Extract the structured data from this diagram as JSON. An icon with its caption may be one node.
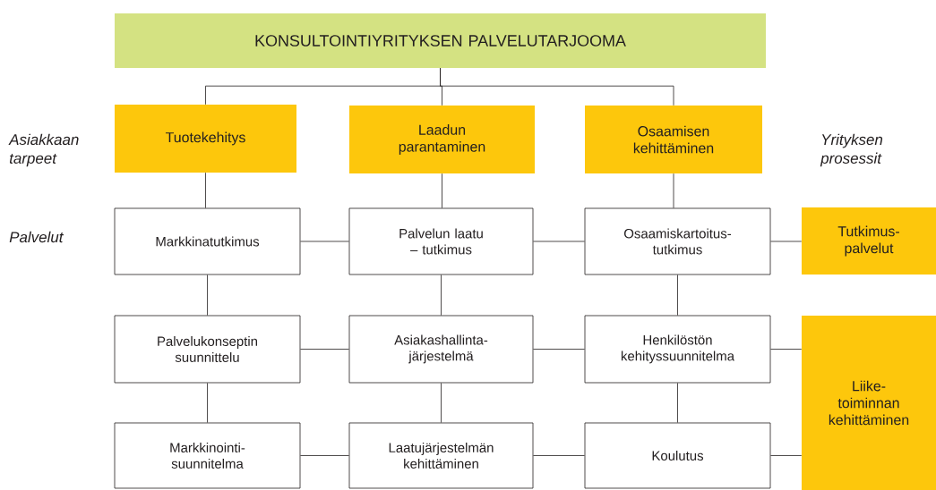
{
  "diagram": {
    "nodes": [
      {
        "text": [
          "KONSULTOINTIYRITYKSEN PALVELUTARJOOMA"
        ]
      },
      {
        "text": [
          "Tuotekehitys"
        ]
      },
      {
        "text": [
          "Laadun parantaminen"
        ]
      },
      {
        "text": [
          "Osaamisen kehittäminen"
        ]
      },
      {
        "text": [
          "Markkinatutkimus"
        ]
      },
      {
        "text": [
          "Palvelun laatu – tutkimus"
        ]
      },
      {
        "text": [
          "Osaamiskartoitus- tutkimus"
        ]
      },
      {
        "text": [
          "Tutkimus- palvelut"
        ]
      },
      {
        "text": [
          "Palvelukonseptin suunnittelu"
        ]
      },
      {
        "text": [
          "Asiakashallinta- järjestelmä"
        ]
      },
      {
        "text": [
          "Henkilöstön kehityssuunnitelma"
        ]
      },
      {
        "text": [
          "Liike- toiminnan kehittäminen"
        ]
      },
      {
        "text": [
          "Markkinointi- suunnitelma"
        ]
      },
      {
        "text": [
          "Laatujärjestelmän kehittäminen"
        ]
      },
      {
        "text": [
          "Koulutus"
        ]
      }
    ],
    "edges": [
      {
        "from": 0,
        "to": 1,
        "arrow": "none"
      },
      {
        "from": 0,
        "to": 2,
        "arrow": "none"
      },
      {
        "from": 0,
        "to": 3,
        "arrow": "none"
      },
      {
        "from": 1,
        "to": 4,
        "arrow": "none"
      },
      {
        "from": 2,
        "to": 5,
        "arrow": "none"
      },
      {
        "from": 3,
        "to": 6,
        "arrow": "none"
      },
      {
        "from": 4,
        "to": 5,
        "arrow": "none"
      },
      {
        "from": 5,
        "to": 6,
        "arrow": "none"
      },
      {
        "from": 6,
        "to": 7,
        "arrow": "none"
      },
      {
        "from": 4,
        "to": 8,
        "arrow": "none"
      },
      {
        "from": 5,
        "to": 9,
        "arrow": "none"
      },
      {
        "from": 6,
        "to": 10,
        "arrow": "none"
      },
      {
        "from": 8,
        "to": 9,
        "arrow": "none"
      },
      {
        "from": 9,
        "to": 10,
        "arrow": "none"
      },
      {
        "from": 10,
        "to": 11,
        "arrow": "none"
      },
      {
        "from": 8,
        "to": 12,
        "arrow": "none"
      },
      {
        "from": 9,
        "to": 13,
        "arrow": "none"
      },
      {
        "from": 10,
        "to": 14,
        "arrow": "none"
      },
      {
        "from": 12,
        "to": 13,
        "arrow": "none"
      },
      {
        "from": 13,
        "to": 14,
        "arrow": "none"
      },
      {
        "from": 14,
        "to": 11,
        "arrow": "none"
      }
    ],
    "labels": [
      "Asiakkaan tarpeet",
      "Yrityksen prosessit",
      "Palvelut"
    ]
  }
}
